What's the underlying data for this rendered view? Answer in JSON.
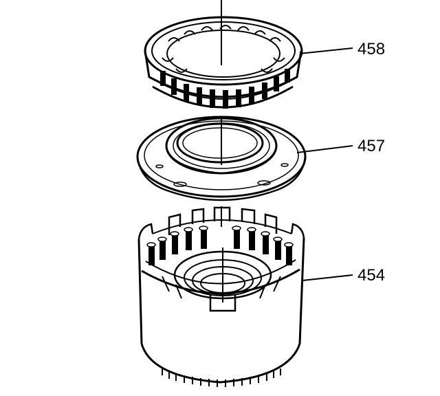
{
  "diagram": {
    "labels": [
      {
        "id": "part-458",
        "text": "458"
      },
      {
        "id": "part-457",
        "text": "457"
      },
      {
        "id": "part-454",
        "text": "454"
      }
    ]
  },
  "colors": {
    "ink": "#000000",
    "paper": "#ffffff"
  }
}
